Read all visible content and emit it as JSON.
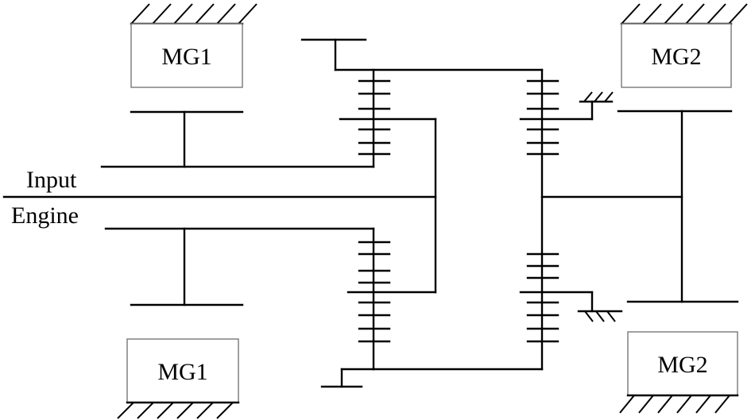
{
  "labels": {
    "mg1_top": "MG1",
    "mg1_bottom": "MG1",
    "mg2_top": "MG2",
    "mg2_bottom": "MG2",
    "input": "Input",
    "engine": "Engine"
  },
  "colors": {
    "line": "#000000",
    "box_border": "#808080",
    "background": "#ffffff"
  }
}
